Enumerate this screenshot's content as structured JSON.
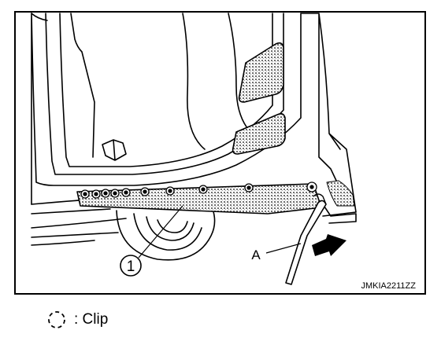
{
  "figure": {
    "callout_part": "1",
    "callout_tool": "A",
    "figure_code": "JMKIA2211ZZ"
  },
  "legend": {
    "symbol": "dashed-circle-icon",
    "label": ": Clip"
  },
  "colors": {
    "ink": "#000000",
    "fill": "#ffffff",
    "hatch": "#9a9a9a"
  }
}
